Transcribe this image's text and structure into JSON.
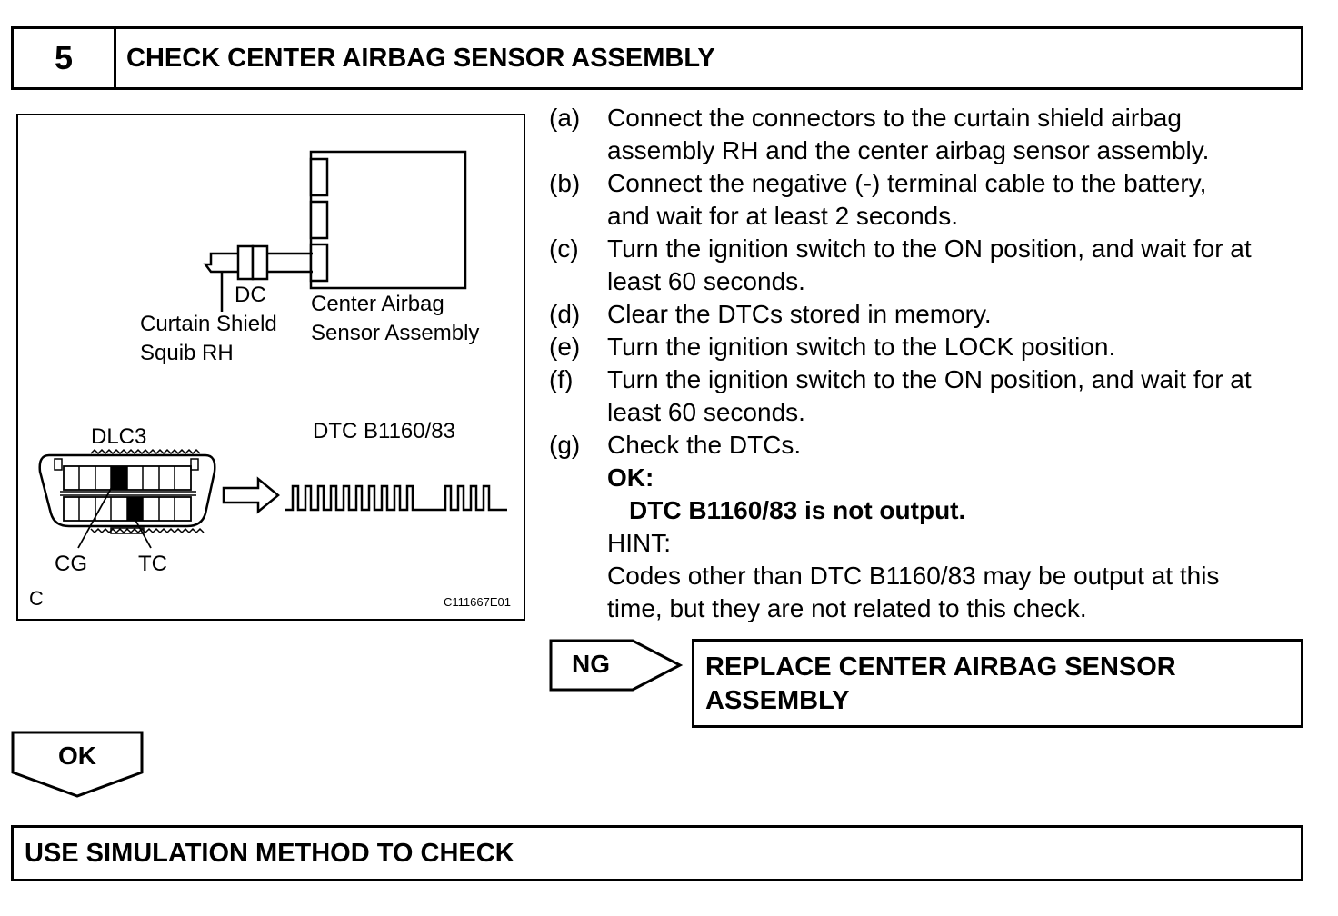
{
  "header": {
    "step_number": "5",
    "title": "CHECK CENTER AIRBAG SENSOR ASSEMBLY"
  },
  "figure": {
    "label_dc": "DC",
    "label_curtain_1": "Curtain Shield",
    "label_curtain_2": "Squib RH",
    "label_sensor_1": "Center Airbag",
    "label_sensor_2": "Sensor Assembly",
    "label_dlc3": "DLC3",
    "label_dtc": "DTC B1160/83",
    "label_cg": "CG",
    "label_tc": "TC",
    "label_corner": "C",
    "figure_code": "C111667E01"
  },
  "steps": [
    {
      "letter": "(a)",
      "lines": [
        "Connect the connectors to the curtain shield airbag",
        "assembly RH and the center airbag sensor assembly."
      ]
    },
    {
      "letter": "(b)",
      "lines": [
        "Connect the negative (-) terminal cable to the battery,",
        "and wait for at least 2 seconds."
      ]
    },
    {
      "letter": "(c)",
      "lines": [
        "Turn the ignition switch to the ON position, and wait for at",
        "least 60 seconds."
      ]
    },
    {
      "letter": "(d)",
      "lines": [
        "Clear the DTCs stored in memory."
      ]
    },
    {
      "letter": "(e)",
      "lines": [
        "Turn the ignition switch to the LOCK position."
      ]
    },
    {
      "letter": "(f)",
      "lines": [
        "Turn the ignition switch to the ON position, and wait for at",
        "least 60 seconds."
      ]
    },
    {
      "letter": "(g)",
      "lines": [
        "Check the DTCs."
      ]
    }
  ],
  "result": {
    "ok_label": "OK:",
    "ok_value": "DTC B1160/83 is not output.",
    "hint_label": "HINT:",
    "hint_line_1": "Codes other than DTC B1160/83 may be output at this",
    "hint_line_2": "time, but they are not related to this check."
  },
  "ng": {
    "label": "NG",
    "action_line_1": "REPLACE CENTER AIRBAG SENSOR",
    "action_line_2": "ASSEMBLY"
  },
  "ok": {
    "label": "OK"
  },
  "final": {
    "action": "USE SIMULATION METHOD TO CHECK"
  }
}
